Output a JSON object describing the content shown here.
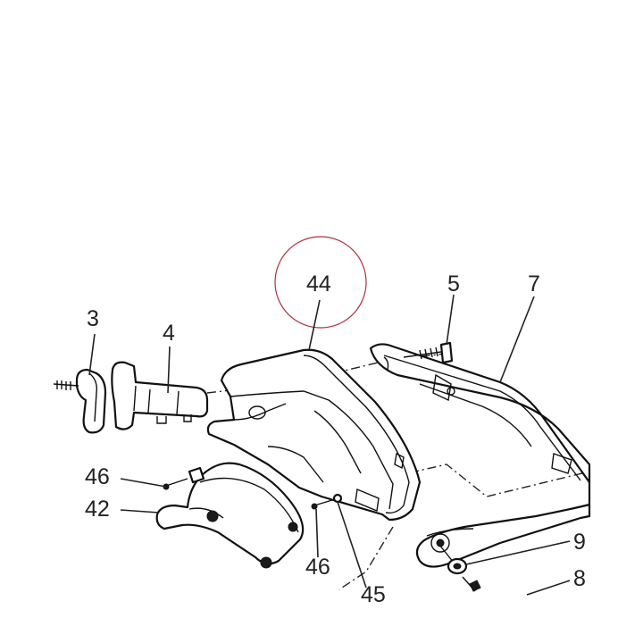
{
  "callouts": {
    "c3": "3",
    "c4": "4",
    "c5": "5",
    "c7": "7",
    "c8": "8",
    "c9": "9",
    "c42": "42",
    "c44": "44",
    "c45": "45",
    "c46a": "46",
    "c46b": "46"
  },
  "colors": {
    "line": "#111111",
    "highlight_circle": "#b03040",
    "background": "#ffffff"
  }
}
